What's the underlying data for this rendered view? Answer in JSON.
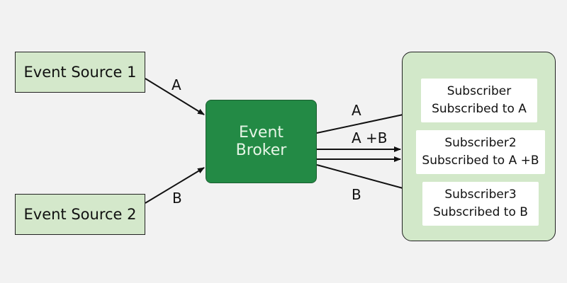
{
  "sources": [
    {
      "label": "Event Source 1"
    },
    {
      "label": "Event Source 2"
    }
  ],
  "broker": {
    "line1": "Event",
    "line2": "Broker"
  },
  "subscribers": [
    {
      "name": "Subscriber",
      "subscription": "Subscribed to A"
    },
    {
      "name": "Subscriber2",
      "subscription": "Subscribed to A +B"
    },
    {
      "name": "Subscriber3",
      "subscription": "Subscribed to B"
    }
  ],
  "edge_labels": {
    "source1_to_broker": "A",
    "source2_to_broker": "B",
    "broker_to_sub1": "A",
    "broker_to_sub2": "A +B",
    "broker_to_sub3": "B"
  },
  "colors": {
    "background": "#f2f2f2",
    "source_fill": "#d4e8cb",
    "broker_fill": "#238a45",
    "group_fill": "#d2e8c9",
    "subscriber_fill": "#ffffff"
  }
}
